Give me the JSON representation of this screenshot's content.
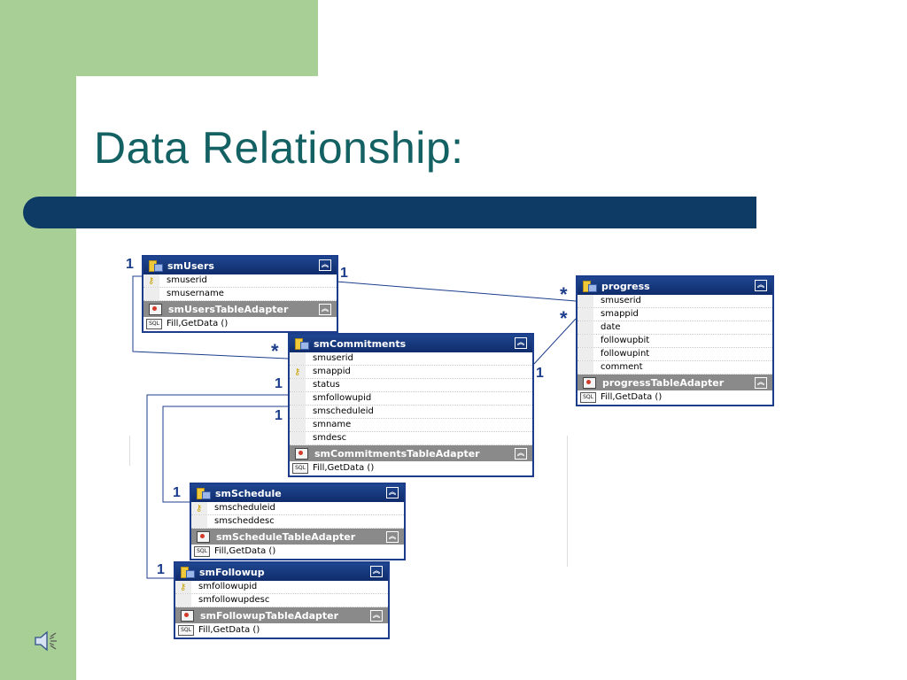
{
  "slide": {
    "title": "Data Relationship:"
  },
  "tables": {
    "smUsers": {
      "name": "smUsers",
      "columns": [
        "smuserid",
        "smusername"
      ],
      "adapter": "smUsersTableAdapter",
      "method": "Fill,GetData ()"
    },
    "progress": {
      "name": "progress",
      "columns": [
        "smuserid",
        "smappid",
        "date",
        "followupbit",
        "followupint",
        "comment"
      ],
      "adapter": "progressTableAdapter",
      "method": "Fill,GetData ()"
    },
    "smCommitments": {
      "name": "smCommitments",
      "columns": [
        "smuserid",
        "smappid",
        "status",
        "smfollowupid",
        "smscheduleid",
        "smname",
        "smdesc"
      ],
      "adapter": "smCommitmentsTableAdapter",
      "method": "Fill,GetData ()"
    },
    "smSchedule": {
      "name": "smSchedule",
      "columns": [
        "smscheduleid",
        "smscheddesc"
      ],
      "adapter": "smScheduleTableAdapter",
      "method": "Fill,GetData ()"
    },
    "smFollowup": {
      "name": "smFollowup",
      "columns": [
        "smfollowupid",
        "smfollowupdesc"
      ],
      "adapter": "smFollowupTableAdapter",
      "method": "Fill,GetData ()"
    }
  },
  "multiplicities": {
    "one": "1",
    "many": "*"
  },
  "icons": {
    "sql": "SQL",
    "collapse": "⌃⌃",
    "key": "key-icon",
    "speaker": "speaker-icon"
  },
  "colors": {
    "accent": "#136163",
    "rule": "#0d3b66",
    "side": "#a8cf95",
    "link": "#1c3d8c"
  }
}
